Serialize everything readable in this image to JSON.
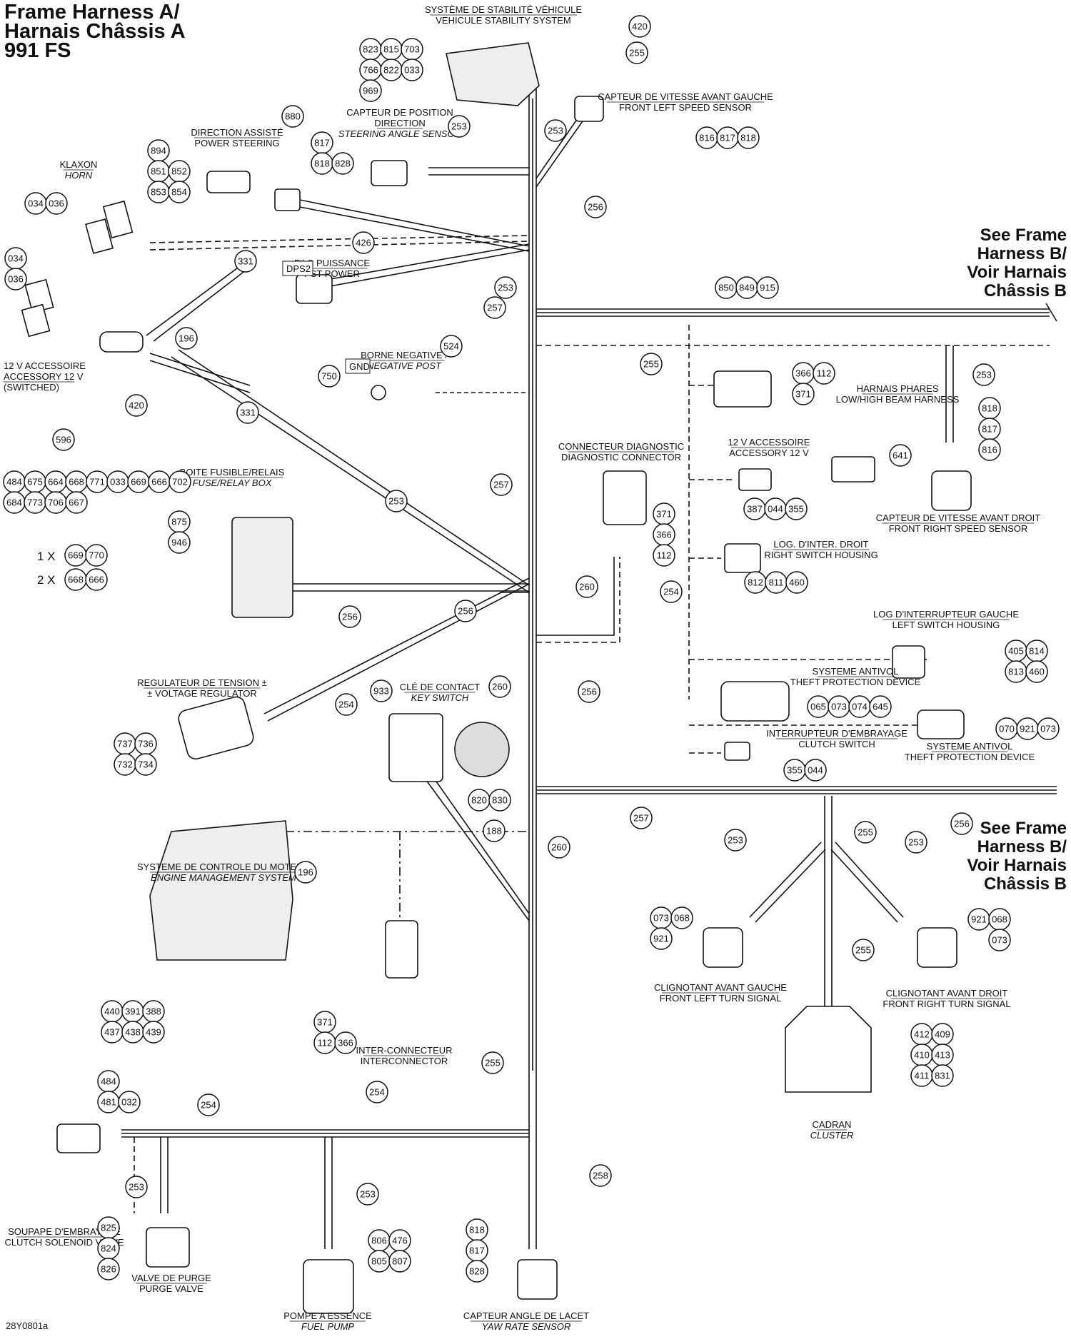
{
  "title": [
    "Frame Harness A/",
    "Harnais Châssis A",
    "991 FS"
  ],
  "see_ref": [
    "See Frame",
    "Harness B/",
    "Voir Harnais",
    "Châssis B"
  ],
  "figure_code": "28Y0801a",
  "components": [
    {
      "id": "vss",
      "lines": [
        {
          "t": "SYSTÈME DE STABILITÉ VÉHICULE"
        },
        {
          "t": "VEHICULE STABILITY SYSTEM"
        }
      ]
    },
    {
      "id": "fls",
      "lines": [
        {
          "t": "CAPTEUR DE VITESSE AVANT GAUCHE"
        },
        {
          "t": "FRONT LEFT SPEED SENSOR",
          "italic_part": "SPEED SENSOR"
        }
      ]
    },
    {
      "id": "steer",
      "lines": [
        {
          "t": "CAPTEUR DE POSITION"
        },
        {
          "t": "DIRECTION"
        },
        {
          "t": "STEERING ANGLE SENSOR",
          "italic": true
        }
      ]
    },
    {
      "id": "ps",
      "lines": [
        {
          "t": "DIRECTION ASSISTÉ"
        },
        {
          "t": "POWER STEERING"
        }
      ]
    },
    {
      "id": "horn",
      "lines": [
        {
          "t": "KLAXON"
        },
        {
          "t": "HORN",
          "italic": true
        }
      ]
    },
    {
      "id": "dps",
      "lines": [
        {
          "t": "FILS PUISSANCE"
        },
        {
          "t": "PST POWER"
        }
      ]
    },
    {
      "id": "acc12",
      "lines": [
        {
          "t": "12 V ACCESSOIRE"
        },
        {
          "t": "ACCESSORY 12 V"
        },
        {
          "t": "(SWITCHED)"
        }
      ]
    },
    {
      "id": "gnd",
      "lines": [
        {
          "t": "BORNE NEGATIVE /"
        },
        {
          "t": "NEGATIVE POST",
          "italic": true
        }
      ]
    },
    {
      "id": "beam",
      "lines": [
        {
          "t": "HARNAIS PHARES"
        },
        {
          "t": "LOW/HIGH BEAM HARNESS"
        }
      ]
    },
    {
      "id": "diag",
      "lines": [
        {
          "t": "CONNECTEUR DIAGNOSTIC"
        },
        {
          "t": "DIAGNOSTIC CONNECTOR",
          "italic_part": "CONNECTOR"
        }
      ]
    },
    {
      "id": "acc12b",
      "lines": [
        {
          "t": "12 V ACCESSOIRE"
        },
        {
          "t": "ACCESSORY 12 V"
        }
      ]
    },
    {
      "id": "frs",
      "lines": [
        {
          "t": "CAPTEUR DE VITESSE AVANT DROIT"
        },
        {
          "t": "FRONT RIGHT SPEED SENSOR",
          "italic_part": "SPEED SENSOR"
        }
      ]
    },
    {
      "id": "fuse",
      "lines": [
        {
          "t": "BOITE FUSIBLE/RELAIS"
        },
        {
          "t": "FUSE/RELAY BOX",
          "italic": true
        }
      ]
    },
    {
      "id": "rsw",
      "lines": [
        {
          "t": "LOG. D'INTER. DROIT"
        },
        {
          "t": "RIGHT SWITCH HOUSING",
          "italic_part": "SWITCH HOUSING"
        }
      ]
    },
    {
      "id": "lsw",
      "lines": [
        {
          "t": "LOG D'INTERRUPTEUR GAUCHE"
        },
        {
          "t": "LEFT SWITCH HOUSING"
        }
      ]
    },
    {
      "id": "theft1",
      "lines": [
        {
          "t": "SYSTEME ANTIVOL"
        },
        {
          "t": "THEFT PROTECTION DEVICE"
        }
      ]
    },
    {
      "id": "volt",
      "lines": [
        {
          "t": "REGULATEUR DE TENSION ±"
        },
        {
          "t": "± VOLTAGE REGULATOR"
        }
      ]
    },
    {
      "id": "key",
      "lines": [
        {
          "t": "CLÉ DE CONTACT"
        },
        {
          "t": "KEY SWITCH",
          "italic": true
        }
      ]
    },
    {
      "id": "clutch",
      "lines": [
        {
          "t": "INTERRUPTEUR D'EMBRAYAGE"
        },
        {
          "t": "CLUTCH SWITCH"
        }
      ]
    },
    {
      "id": "theft2",
      "lines": [
        {
          "t": "SYSTEME ANTIVOL"
        },
        {
          "t": "THEFT PROTECTION DEVICE"
        }
      ]
    },
    {
      "id": "ems",
      "lines": [
        {
          "t": "SYSTEME DE CONTROLE DU MOTEUR"
        },
        {
          "t": "ENGINE MANAGEMENT SYSTEM",
          "italic": true
        }
      ]
    },
    {
      "id": "inter",
      "lines": [
        {
          "t": "INTER-CONNECTEUR"
        },
        {
          "t": "INTERCONNECTOR"
        }
      ]
    },
    {
      "id": "flt",
      "lines": [
        {
          "t": "CLIGNOTANT AVANT GAUCHE"
        },
        {
          "t": "FRONT LEFT TURN SIGNAL"
        }
      ]
    },
    {
      "id": "frt",
      "lines": [
        {
          "t": "CLIGNOTANT AVANT DROIT"
        },
        {
          "t": "FRONT RIGHT TURN SIGNAL"
        }
      ]
    },
    {
      "id": "cluster",
      "lines": [
        {
          "t": "CADRAN"
        },
        {
          "t": "CLUSTER",
          "italic": true
        }
      ]
    },
    {
      "id": "csv",
      "lines": [
        {
          "t": "SOUPAPE D'EMBRAYAGE"
        },
        {
          "t": "CLUTCH SOLENOID VALVE"
        }
      ]
    },
    {
      "id": "purge",
      "lines": [
        {
          "t": "VALVE DE PURGE"
        },
        {
          "t": "PURGE VALVE"
        }
      ]
    },
    {
      "id": "fuel",
      "lines": [
        {
          "t": "POMPE A ESSENCE"
        },
        {
          "t": "FUEL PUMP",
          "italic": true
        }
      ]
    },
    {
      "id": "yaw",
      "lines": [
        {
          "t": "CAPTEUR ANGLE DE LACET"
        },
        {
          "t": "YAW RATE SENSOR",
          "italic": true
        }
      ]
    }
  ],
  "boxed_tags": [
    {
      "id": "dps2",
      "text": "DPS2"
    },
    {
      "id": "gndtag",
      "text": "GND"
    }
  ],
  "multipliers": [
    {
      "id": "m1",
      "text": "1 X"
    },
    {
      "id": "m2",
      "text": "2 X"
    }
  ],
  "callouts": [
    {
      "id": "c_vss",
      "nums": [
        "823",
        "815",
        "703",
        "766",
        "822",
        "033",
        "969"
      ]
    },
    {
      "id": "c_420a",
      "nums": [
        "420"
      ]
    },
    {
      "id": "c_255a",
      "nums": [
        "255"
      ]
    },
    {
      "id": "c_fls",
      "nums": [
        "816",
        "817",
        "818"
      ]
    },
    {
      "id": "c_880",
      "nums": [
        "880"
      ]
    },
    {
      "id": "c_steer",
      "nums": [
        "817",
        "818",
        "828"
      ]
    },
    {
      "id": "c_253a",
      "nums": [
        "253"
      ]
    },
    {
      "id": "c_253b",
      "nums": [
        "253"
      ]
    },
    {
      "id": "c_ps",
      "nums": [
        "894",
        "851",
        "852",
        "853",
        "854"
      ]
    },
    {
      "id": "c_horn",
      "nums": [
        "034",
        "036"
      ]
    },
    {
      "id": "c_256a",
      "nums": [
        "256"
      ]
    },
    {
      "id": "c_426",
      "nums": [
        "426"
      ]
    },
    {
      "id": "c_acc",
      "nums": [
        "034",
        "036"
      ]
    },
    {
      "id": "c_331a",
      "nums": [
        "331"
      ]
    },
    {
      "id": "c_dps",
      "nums": [
        "850",
        "849",
        "915"
      ]
    },
    {
      "id": "c_253c",
      "nums": [
        "253"
      ]
    },
    {
      "id": "c_196a",
      "nums": [
        "196"
      ]
    },
    {
      "id": "c_257a",
      "nums": [
        "257"
      ]
    },
    {
      "id": "c_524",
      "nums": [
        "524"
      ]
    },
    {
      "id": "c_750",
      "nums": [
        "750"
      ]
    },
    {
      "id": "c_255b",
      "nums": [
        "255"
      ]
    },
    {
      "id": "c_beam",
      "nums": [
        "366",
        "112",
        "371"
      ]
    },
    {
      "id": "c_253d",
      "nums": [
        "253"
      ]
    },
    {
      "id": "c_420b",
      "nums": [
        "420"
      ]
    },
    {
      "id": "c_331b",
      "nums": [
        "331"
      ]
    },
    {
      "id": "c_frs",
      "nums": [
        "818",
        "817",
        "816"
      ]
    },
    {
      "id": "c_596",
      "nums": [
        "596"
      ]
    },
    {
      "id": "c_641",
      "nums": [
        "641"
      ]
    },
    {
      "id": "c_fuse",
      "nums": [
        "484",
        "675",
        "664",
        "668",
        "771",
        "033",
        "669",
        "666",
        "702",
        "684",
        "773",
        "706",
        "667"
      ]
    },
    {
      "id": "c_257b",
      "nums": [
        "257"
      ]
    },
    {
      "id": "c_acc12b",
      "nums": [
        "387",
        "044",
        "355"
      ]
    },
    {
      "id": "c_253e",
      "nums": [
        "253"
      ]
    },
    {
      "id": "c_diag",
      "nums": [
        "371",
        "366",
        "112"
      ]
    },
    {
      "id": "c_fuse2",
      "nums": [
        "875",
        "946"
      ]
    },
    {
      "id": "c_x1",
      "nums": [
        "669",
        "770"
      ]
    },
    {
      "id": "c_x2",
      "nums": [
        "668",
        "666"
      ]
    },
    {
      "id": "c_rsw",
      "nums": [
        "812",
        "811",
        "460"
      ]
    },
    {
      "id": "c_260a",
      "nums": [
        "260"
      ]
    },
    {
      "id": "c_254a",
      "nums": [
        "254"
      ]
    },
    {
      "id": "c_256b",
      "nums": [
        "256"
      ]
    },
    {
      "id": "c_256c",
      "nums": [
        "256"
      ]
    },
    {
      "id": "c_lsw",
      "nums": [
        "405",
        "814",
        "813",
        "460"
      ]
    },
    {
      "id": "c_256d",
      "nums": [
        "256"
      ]
    },
    {
      "id": "c_254b",
      "nums": [
        "254"
      ]
    },
    {
      "id": "c_933",
      "nums": [
        "933"
      ]
    },
    {
      "id": "c_260b",
      "nums": [
        "260"
      ]
    },
    {
      "id": "c_theft1",
      "nums": [
        "065",
        "073",
        "074",
        "645"
      ]
    },
    {
      "id": "c_volt",
      "nums": [
        "737",
        "736",
        "732",
        "734"
      ]
    },
    {
      "id": "c_theft2",
      "nums": [
        "070",
        "921",
        "073"
      ]
    },
    {
      "id": "c_clutch",
      "nums": [
        "355",
        "044"
      ]
    },
    {
      "id": "c_key",
      "nums": [
        "820",
        "830"
      ]
    },
    {
      "id": "c_257c",
      "nums": [
        "257"
      ]
    },
    {
      "id": "c_256e",
      "nums": [
        "256"
      ]
    },
    {
      "id": "c_188",
      "nums": [
        "188"
      ]
    },
    {
      "id": "c_255c",
      "nums": [
        "255"
      ]
    },
    {
      "id": "c_253f",
      "nums": [
        "253"
      ]
    },
    {
      "id": "c_253g",
      "nums": [
        "253"
      ]
    },
    {
      "id": "c_260c",
      "nums": [
        "260"
      ]
    },
    {
      "id": "c_196b",
      "nums": [
        "196"
      ]
    },
    {
      "id": "c_flt",
      "nums": [
        "073",
        "068",
        "921"
      ]
    },
    {
      "id": "c_frt",
      "nums": [
        "921",
        "068",
        "073"
      ]
    },
    {
      "id": "c_255d",
      "nums": [
        "255"
      ]
    },
    {
      "id": "c_ems",
      "nums": [
        "440",
        "391",
        "388",
        "437",
        "438",
        "439"
      ]
    },
    {
      "id": "c_inter",
      "nums": [
        "371",
        "112",
        "366"
      ]
    },
    {
      "id": "c_cluster",
      "nums": [
        "412",
        "409",
        "410",
        "413",
        "411",
        "831"
      ]
    },
    {
      "id": "c_255e",
      "nums": [
        "255"
      ]
    },
    {
      "id": "c_csv",
      "nums": [
        "484",
        "481",
        "032"
      ]
    },
    {
      "id": "c_254c",
      "nums": [
        "254"
      ]
    },
    {
      "id": "c_254d",
      "nums": [
        "254"
      ]
    },
    {
      "id": "c_258",
      "nums": [
        "258"
      ]
    },
    {
      "id": "c_253h",
      "nums": [
        "253"
      ]
    },
    {
      "id": "c_253i",
      "nums": [
        "253"
      ]
    },
    {
      "id": "c_purge",
      "nums": [
        "825",
        "824",
        "826"
      ]
    },
    {
      "id": "c_fuel",
      "nums": [
        "806",
        "476",
        "805",
        "807"
      ]
    },
    {
      "id": "c_yaw",
      "nums": [
        "818",
        "817",
        "828"
      ]
    }
  ]
}
